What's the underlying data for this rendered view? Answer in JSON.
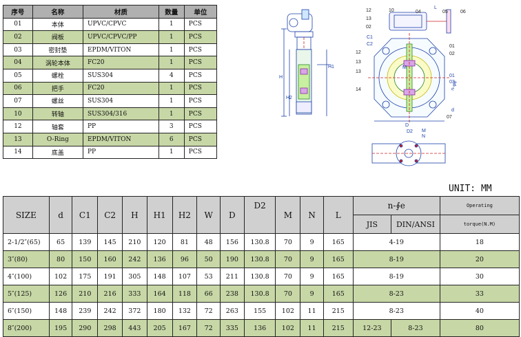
{
  "parts": {
    "headers": [
      "序号",
      "名称",
      "材质",
      "数量",
      "单位"
    ],
    "rows": [
      {
        "no": "01",
        "name": "本体",
        "material": "UPVC/CPVC",
        "qty": "1",
        "unit": "PCS",
        "hl": false
      },
      {
        "no": "02",
        "name": "阀板",
        "material": "UPVC/CPVC/PP",
        "qty": "1",
        "unit": "PCS",
        "hl": true
      },
      {
        "no": "03",
        "name": "密封垫",
        "material": "EPDM/VITON",
        "qty": "1",
        "unit": "PCS",
        "hl": false
      },
      {
        "no": "04",
        "name": "涡轮本体",
        "material": "FC20",
        "qty": "1",
        "unit": "PCS",
        "hl": true
      },
      {
        "no": "05",
        "name": "螺栓",
        "material": "SUS304",
        "qty": "4",
        "unit": "PCS",
        "hl": false
      },
      {
        "no": "06",
        "name": "把手",
        "material": "FC20",
        "qty": "1",
        "unit": "PCS",
        "hl": true
      },
      {
        "no": "07",
        "name": "螺丝",
        "material": "SUS304",
        "qty": "1",
        "unit": "PCS",
        "hl": false
      },
      {
        "no": "10",
        "name": "转轴",
        "material": "SUS304/316",
        "qty": "1",
        "unit": "PCS",
        "hl": true
      },
      {
        "no": "12",
        "name": "轴套",
        "material": "PP",
        "qty": "3",
        "unit": "PCS",
        "hl": false
      },
      {
        "no": "13",
        "name": "O-Ring",
        "material": "EPDM/VITON",
        "qty": "6",
        "unit": "PCS",
        "hl": true
      },
      {
        "no": "14",
        "name": "底盖",
        "material": "PP",
        "qty": "1",
        "unit": "PCS",
        "hl": false
      }
    ]
  },
  "unit_label": "UNIT: MM",
  "spec": {
    "headers": {
      "size": "SIZE",
      "d": "d",
      "c1": "C1",
      "c2": "C2",
      "h": "H",
      "h1": "H1",
      "h2": "H2",
      "w": "W",
      "D": "D",
      "d2": "D2",
      "m": "M",
      "n": "N",
      "l": "L",
      "nfe": "n-∮e",
      "jis": "JIS",
      "din": "DIN/ANSI",
      "torque_top": "Operating",
      "torque_bottom": "torque(N.M)"
    },
    "rows": [
      {
        "size": "2-1/2″(65)",
        "d": "65",
        "c1": "139",
        "c2": "145",
        "h": "210",
        "h1": "120",
        "h2": "81",
        "w": "48",
        "D": "156",
        "d2": "130.8",
        "m": "70",
        "n": "9",
        "l": "165",
        "nfe": "4-19",
        "torque": "18",
        "hl": false
      },
      {
        "size": "3″(80)",
        "d": "80",
        "c1": "150",
        "c2": "160",
        "h": "242",
        "h1": "136",
        "h2": "96",
        "w": "50",
        "D": "190",
        "d2": "130.8",
        "m": "70",
        "n": "9",
        "l": "165",
        "nfe": "8-19",
        "torque": "20",
        "hl": true
      },
      {
        "size": "4″(100)",
        "d": "102",
        "c1": "175",
        "c2": "191",
        "h": "305",
        "h1": "148",
        "h2": "107",
        "w": "53",
        "D": "211",
        "d2": "130.8",
        "m": "70",
        "n": "9",
        "l": "165",
        "nfe": "8-19",
        "torque": "30",
        "hl": false
      },
      {
        "size": "5″(125)",
        "d": "126",
        "c1": "210",
        "c2": "216",
        "h": "333",
        "h1": "164",
        "h2": "118",
        "w": "66",
        "D": "238",
        "d2": "130.8",
        "m": "70",
        "n": "9",
        "l": "165",
        "nfe": "8-23",
        "torque": "33",
        "hl": true
      },
      {
        "size": "6″(150)",
        "d": "148",
        "c1": "239",
        "c2": "242",
        "h": "372",
        "h1": "180",
        "h2": "132",
        "w": "72",
        "D": "263",
        "d2": "155",
        "m": "102",
        "n": "11",
        "l": "215",
        "nfe": "8-23",
        "torque": "40",
        "hl": false
      },
      {
        "size": "8″(200)",
        "d": "195",
        "c1": "290",
        "c2": "298",
        "h": "443",
        "h1": "205",
        "h2": "167",
        "w": "72",
        "D": "335",
        "d2": "136",
        "m": "102",
        "n": "11",
        "l": "215",
        "jis": "12-23",
        "din": "8-23",
        "torque": "80",
        "hl": true
      }
    ]
  },
  "drawing": {
    "side_labels": [
      "H",
      "H2",
      "H1"
    ],
    "front_labels": [
      "12",
      "10",
      "04",
      "L",
      "05",
      "06",
      "13",
      "02",
      "12",
      "13",
      "13",
      "01",
      "14",
      "C1",
      "C2",
      "D",
      "d",
      "M",
      "02",
      "01",
      "03",
      "n-φe",
      "07"
    ],
    "bottom_labels": [
      "D2",
      "M",
      "N"
    ]
  }
}
